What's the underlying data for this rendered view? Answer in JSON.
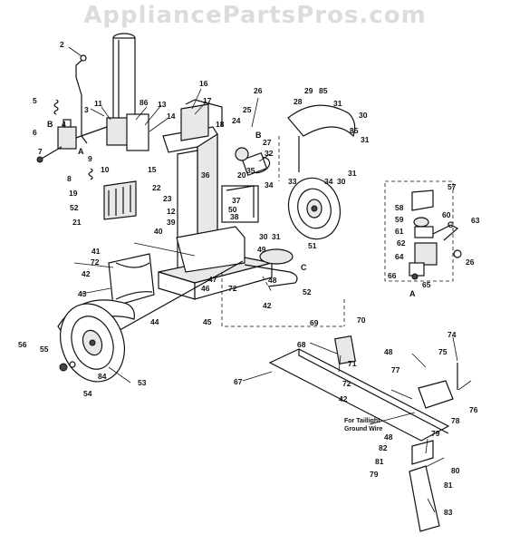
{
  "watermark": "AppliancePartsPros.com",
  "note": [
    "For Taillight",
    "Ground Wire"
  ],
  "callouts": [
    "A",
    "B",
    "C",
    "B",
    "C",
    "A"
  ],
  "labels": {
    "n2": "2",
    "n3": "3",
    "n4": "4",
    "n5": "5",
    "n6": "6",
    "n7": "7",
    "n8": "8",
    "n9": "9",
    "n10": "10",
    "n11": "11",
    "n12": "12",
    "n13": "13",
    "n14": "14",
    "n15": "15",
    "n16": "16",
    "n17": "17",
    "n18": "18",
    "n19": "19",
    "n20": "20",
    "n21": "21",
    "n22": "22",
    "n23": "23",
    "n24": "24",
    "n25": "25",
    "n26": "26",
    "n26b": "26",
    "n27": "27",
    "n28": "28",
    "n29": "29",
    "n30": "30",
    "n30b": "30",
    "n30c": "30",
    "n31": "31",
    "n31b": "31",
    "n31c": "31",
    "n31d": "31",
    "n32": "32",
    "n33": "33",
    "n34": "34",
    "n34b": "34",
    "n35": "35",
    "n36": "36",
    "n37": "37",
    "n38": "38",
    "n39": "39",
    "n40": "40",
    "n41": "41",
    "n42": "42",
    "n42b": "42",
    "n42c": "42",
    "n43": "43",
    "n44": "44",
    "n45": "45",
    "n46": "46",
    "n47": "47",
    "n48": "48",
    "n48b": "48",
    "n48c": "48",
    "n49": "49",
    "n50": "50",
    "n51": "51",
    "n52": "52",
    "n52b": "52",
    "n53": "53",
    "n54": "54",
    "n55": "55",
    "n56": "56",
    "n57": "57",
    "n58": "58",
    "n59": "59",
    "n60": "60",
    "n61": "61",
    "n62": "62",
    "n63": "63",
    "n64": "64",
    "n65": "65",
    "n66": "66",
    "n67": "67",
    "n68": "68",
    "n69": "69",
    "n70": "70",
    "n71": "71",
    "n72": "72",
    "n72b": "72",
    "n72c": "72",
    "n74": "74",
    "n75": "75",
    "n76": "76",
    "n77": "77",
    "n78": "78",
    "n79": "79",
    "n79b": "79",
    "n80": "80",
    "n81": "81",
    "n81b": "81",
    "n82": "82",
    "n83": "83",
    "n84": "84",
    "n85": "85",
    "n85b": "85",
    "n86": "86",
    "n8b": "B",
    "n6a": "A"
  }
}
